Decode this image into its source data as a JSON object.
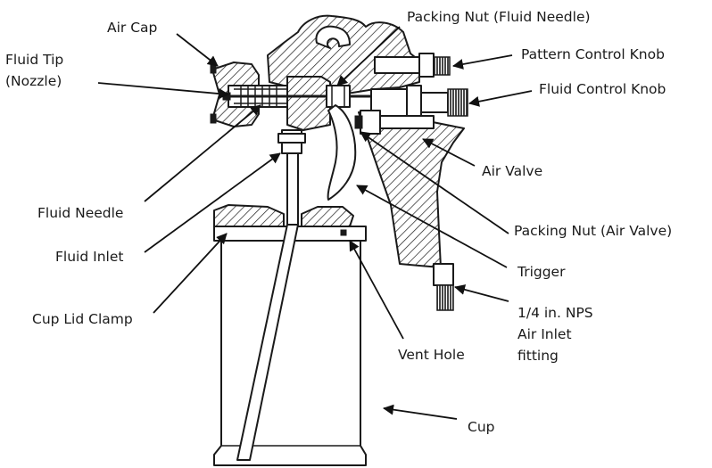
{
  "labels": {
    "air_cap": "Air Cap",
    "fluid_tip_line1": "Fluid Tip",
    "fluid_tip_line2": "(Nozzle)",
    "packing_nut_fluid_needle": "Packing Nut (Fluid Needle)",
    "pattern_control_knob": "Pattern Control Knob",
    "fluid_control_knob": "Fluid Control Knob",
    "air_valve": "Air Valve",
    "fluid_needle": "Fluid Needle",
    "packing_nut_air_valve": "Packing Nut (Air Valve)",
    "fluid_inlet": "Fluid Inlet",
    "trigger": "Trigger",
    "cup_lid_clamp": "Cup Lid Clamp",
    "air_inlet_line1": "1/4 in. NPS",
    "air_inlet_line2": "Air Inlet",
    "air_inlet_line3": "fitting",
    "vent_hole": "Vent Hole",
    "cup": "Cup"
  }
}
